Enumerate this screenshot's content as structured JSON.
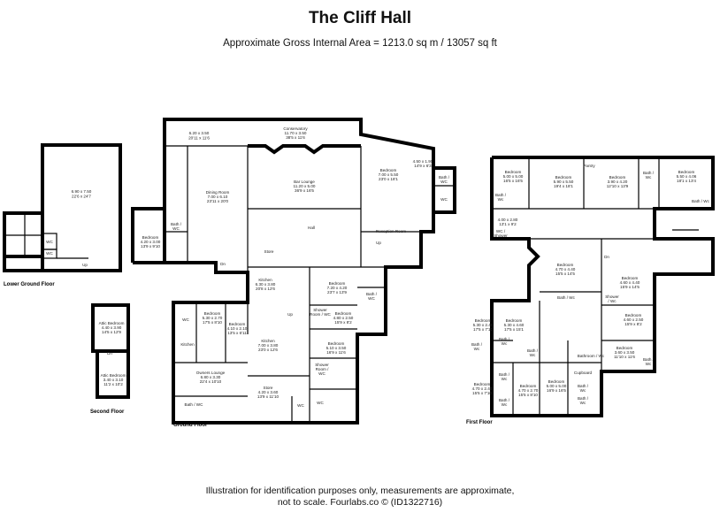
{
  "title": "The Cliff Hall",
  "subtitle": "Approximate Gross Internal Area = 1213.0 sq m / 13057 sq ft",
  "footer": {
    "line1": "Illustration for identification purposes only, measurements are approximate,",
    "line2": "not to scale. Fourlabs.co © (ID1322716)"
  },
  "floors": {
    "lower_ground": "Lower Ground Floor",
    "ground": "Ground Floor",
    "first": "First Floor",
    "second": "Second Floor"
  },
  "rooms": {
    "lg_main": [
      "6.90 x 7.50",
      "22'6 x 24'7"
    ],
    "lg_wc1": [
      "WC"
    ],
    "lg_wc2": [
      "WC"
    ],
    "g_topleft": [
      "6.20 x 3.50",
      "20'11 x 11'6"
    ],
    "g_conservatory": [
      "Conservatory",
      "11.70 x 3.50",
      "38'5 x 11'6"
    ],
    "g_bedroom_tr": [
      "Bedroom",
      "7.00 x 5.50",
      "23'0 x 18'1"
    ],
    "g_small_tr": [
      "4.50 x 1.90",
      "14'9 x 6'3"
    ],
    "g_bath_wc_tr": [
      "Bath /",
      "WC"
    ],
    "g_wc_tr": [
      "WC"
    ],
    "g_dining": [
      "Dining Room",
      "7.00 x 6.10",
      "23'11 x 20'0"
    ],
    "g_bar": [
      "Bar Lounge",
      "11.20 x 5.00",
      "36'9 x 16'5"
    ],
    "g_bedroom_l": [
      "Bedroom",
      "4.20 x 3.00",
      "13'9 x 9'10"
    ],
    "g_bath_wc_l": [
      "Bath /",
      "WC"
    ],
    "g_hall": [
      "Hall"
    ],
    "g_reception": [
      "Reception Room"
    ],
    "g_store_top": [
      "Store"
    ],
    "g_kitchen_top": [
      "Kitchen",
      "6.30 x 3.80",
      "20'8 x 12'6"
    ],
    "g_bedroom_mid": [
      "Bedroom",
      "7.20 x 4.20",
      "23'7 x 13'9"
    ],
    "g_bath_wc_mid": [
      "Bath /",
      "WC"
    ],
    "g_shower_room": [
      "Shower",
      "Room / WC"
    ],
    "g_bedroom_b1": [
      "Bedroom",
      "4.80 x 2.50",
      "15'9 x 8'2"
    ],
    "g_wc_left": [
      "WC"
    ],
    "g_bedroom_b2": [
      "Bedroom",
      "5.30 x 2.70",
      "17'5 x 8'10"
    ],
    "g_bedroom_b3": [
      "Bedroom",
      "4.10 x 2.10",
      "13'5 x 6'11"
    ],
    "g_kitchen_small": [
      "Kitchen"
    ],
    "g_kitchen_main": [
      "Kitchen",
      "7.00 x 3.80",
      "23'0 x 12'6"
    ],
    "g_bedroom_b4": [
      "Bedroom",
      "5.10 x 3.50",
      "16'9 x 11'6"
    ],
    "g_owners_lounge": [
      "Owners Lounge",
      "6.80 x 3.30",
      "22'4 x 10'10"
    ],
    "g_shower_room2": [
      "Shower",
      "Room /",
      "WC"
    ],
    "g_store_bottom": [
      "Store",
      "4.20 x 3.60",
      "13'9 x 11'10"
    ],
    "g_bath_wc_b": [
      "Bath / WC"
    ],
    "g_wc_b1": [
      "WC"
    ],
    "g_wc_b2": [
      "WC"
    ],
    "f_bedroom1": [
      "Bedroom",
      "5.00 x 5.00",
      "16'5 x 16'5"
    ],
    "f_bedroom2": [
      "Bedroom",
      "5.90 x 5.50",
      "19'4 x 18'1"
    ],
    "f_pantry": [
      "Pantry"
    ],
    "f_bedroom3": [
      "Bedroom",
      "3.90 x 4.20",
      "12'10 x 13'9"
    ],
    "f_bath_wc1": [
      "Bath /",
      "Wc"
    ],
    "f_bedroom4": [
      "Bedroom",
      "5.50 x 4.06",
      "18'1 x 13'4"
    ],
    "f_bath_wc2": [
      "Bath /",
      "Wc"
    ],
    "f_bath_wc3": [
      "Bath / Wc"
    ],
    "f_small": [
      "4.00 x 2.80",
      "13'1 x 9'2"
    ],
    "f_wc_shower": [
      "WC /",
      "Shower"
    ],
    "f_bedroom5": [
      "Bedroom",
      "4.70 x 4.40",
      "15'5 x 14'5"
    ],
    "f_bedroom6": [
      "Bedroom",
      "4.60 x 4.40",
      "15'9 x 14'5"
    ],
    "f_bath_wc4": [
      "Bath / Wc"
    ],
    "f_bedroom7": [
      "Bedroom",
      "5.30 x 2.40",
      "17'5 x 7'10"
    ],
    "f_bedroom8": [
      "Bedroom",
      "5.30 x 4.60",
      "17'5 x 15'1"
    ],
    "f_shower_wc": [
      "Shower",
      "/ Wc"
    ],
    "f_bedroom9": [
      "Bedroom",
      "4.60 x 2.50",
      "15'9 x 8'2"
    ],
    "f_bath_wc5": [
      "Bath /",
      "Wc"
    ],
    "f_bath_wc6": [
      "Bath /",
      "Wc"
    ],
    "f_bath_wc7": [
      "Bath /",
      "Wc"
    ],
    "f_bathroom_wc": [
      "Bathroom / Wc"
    ],
    "f_bedroom10": [
      "Bedroom",
      "3.60 x 3.50",
      "11'10 x 11'6"
    ],
    "f_bath_wc8": [
      "Bath /",
      "Wc"
    ],
    "f_cupboard": [
      "Cupboard"
    ],
    "f_bedroom11": [
      "Bedroom",
      "4.70 x 2.40",
      "15'5 x 7'10"
    ],
    "f_bath_wc9": [
      "Bath /",
      "Wc"
    ],
    "f_bedroom12": [
      "Bedroom",
      "4.70 x 2.70",
      "15'5 x 8'10"
    ],
    "f_bedroom13": [
      "Bedroom",
      "5.00 x 5.00",
      "16'9 x 16'5"
    ],
    "f_bath_wc10": [
      "Bath /",
      "Wc"
    ],
    "f_bath_wc11": [
      "Bath /",
      "Wc"
    ],
    "f_bath_wc12": [
      "Bath /",
      "Wc"
    ],
    "s_attic1": [
      "Attic Bedroom",
      "4.40 x 3.90",
      "14'5 x 12'9"
    ],
    "s_attic2": [
      "Attic Bedroom",
      "3.40 x 3.10",
      "11'2 x 10'2"
    ]
  },
  "markers": {
    "up_ground": "Up",
    "up_ground2": "Up",
    "dn_ground": "Dn",
    "dn_first": "Dn",
    "dn_second": "Dn",
    "up_first": "Up"
  }
}
